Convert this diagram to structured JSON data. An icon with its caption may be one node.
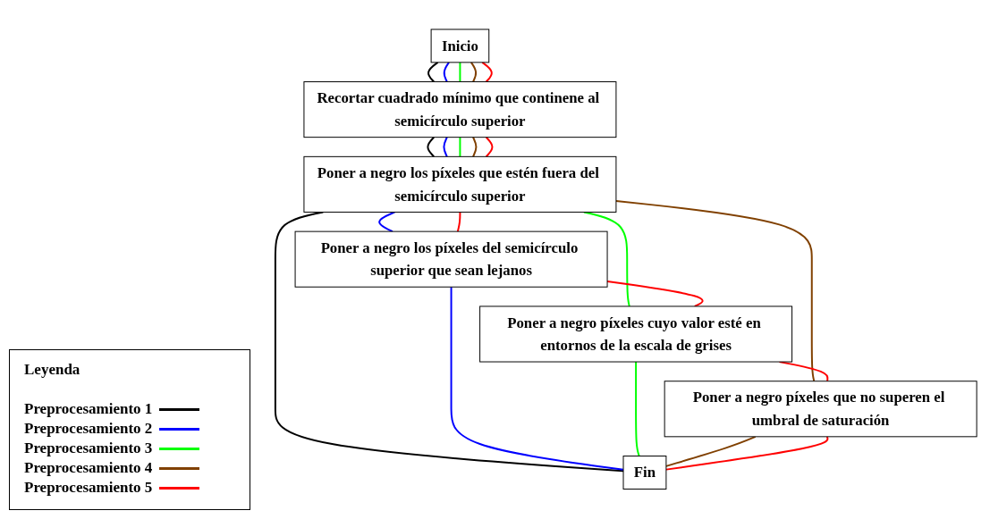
{
  "diagram": {
    "nodes": [
      {
        "text": [
          "Recortar cuadrado mínimo que continene al semicírculo superior"
        ]
      },
      {
        "text": [
          "Inicio"
        ]
      },
      {
        "text": [
          "Poner a negro los píxeles que estén fuera del semicírculo superior"
        ]
      },
      {
        "text": [
          "Fin"
        ]
      },
      {
        "text": [
          "Poner a negro los píxeles del semicírculo superior que sean lejanos"
        ]
      },
      {
        "text": [
          "Poner a negro píxeles cuyo valor esté en entornos de la escala de grises"
        ]
      },
      {
        "text": [
          "Poner a negro píxeles que no superen el umbral de saturación"
        ]
      }
    ],
    "edges": [
      {
        "from": 1,
        "to": 0,
        "arrow": "none",
        "color": "#000000"
      },
      {
        "from": 1,
        "to": 0,
        "arrow": "none",
        "color": "#0000ff"
      },
      {
        "from": 1,
        "to": 0,
        "arrow": "none",
        "color": "#00ff00"
      },
      {
        "from": 1,
        "to": 0,
        "arrow": "none",
        "color": "#804000"
      },
      {
        "from": 1,
        "to": 0,
        "arrow": "none",
        "color": "#ff0000"
      },
      {
        "from": 0,
        "to": 2,
        "arrow": "none",
        "color": "#000000"
      },
      {
        "from": 0,
        "to": 2,
        "arrow": "none",
        "color": "#0000ff"
      },
      {
        "from": 0,
        "to": 2,
        "arrow": "none",
        "color": "#00ff00"
      },
      {
        "from": 0,
        "to": 2,
        "arrow": "none",
        "color": "#804000"
      },
      {
        "from": 0,
        "to": 2,
        "arrow": "none",
        "color": "#ff0000"
      },
      {
        "from": 2,
        "to": 3,
        "arrow": "none",
        "color": "#000000"
      },
      {
        "from": 2,
        "to": 4,
        "arrow": "none",
        "color": "#0000ff"
      },
      {
        "from": 4,
        "to": 3,
        "arrow": "none",
        "color": "#0000ff"
      },
      {
        "from": 2,
        "to": 5,
        "arrow": "none",
        "color": "#00ff00"
      },
      {
        "from": 5,
        "to": 3,
        "arrow": "none",
        "color": "#00ff00"
      },
      {
        "from": 2,
        "to": 6,
        "arrow": "none",
        "color": "#804000"
      },
      {
        "from": 6,
        "to": 3,
        "arrow": "none",
        "color": "#804000"
      },
      {
        "from": 2,
        "to": 4,
        "arrow": "none",
        "color": "#ff0000"
      },
      {
        "from": 4,
        "to": 5,
        "arrow": "none",
        "color": "#ff0000"
      },
      {
        "from": 5,
        "to": 6,
        "arrow": "none",
        "color": "#ff0000"
      },
      {
        "from": 6,
        "to": 3,
        "arrow": "none",
        "color": "#ff0000"
      }
    ],
    "labels": [
      "Leyenda"
    ],
    "legend": [
      {
        "text": "Preprocesamiento 1",
        "color": "#000000"
      },
      {
        "text": "Preprocesamiento 2",
        "color": "#0000ff"
      },
      {
        "text": "Preprocesamiento 3",
        "color": "#00ff00"
      },
      {
        "text": "Preprocesamiento 4",
        "color": "#804000"
      },
      {
        "text": "Preprocesamiento 5",
        "color": "#ff0000"
      }
    ]
  }
}
